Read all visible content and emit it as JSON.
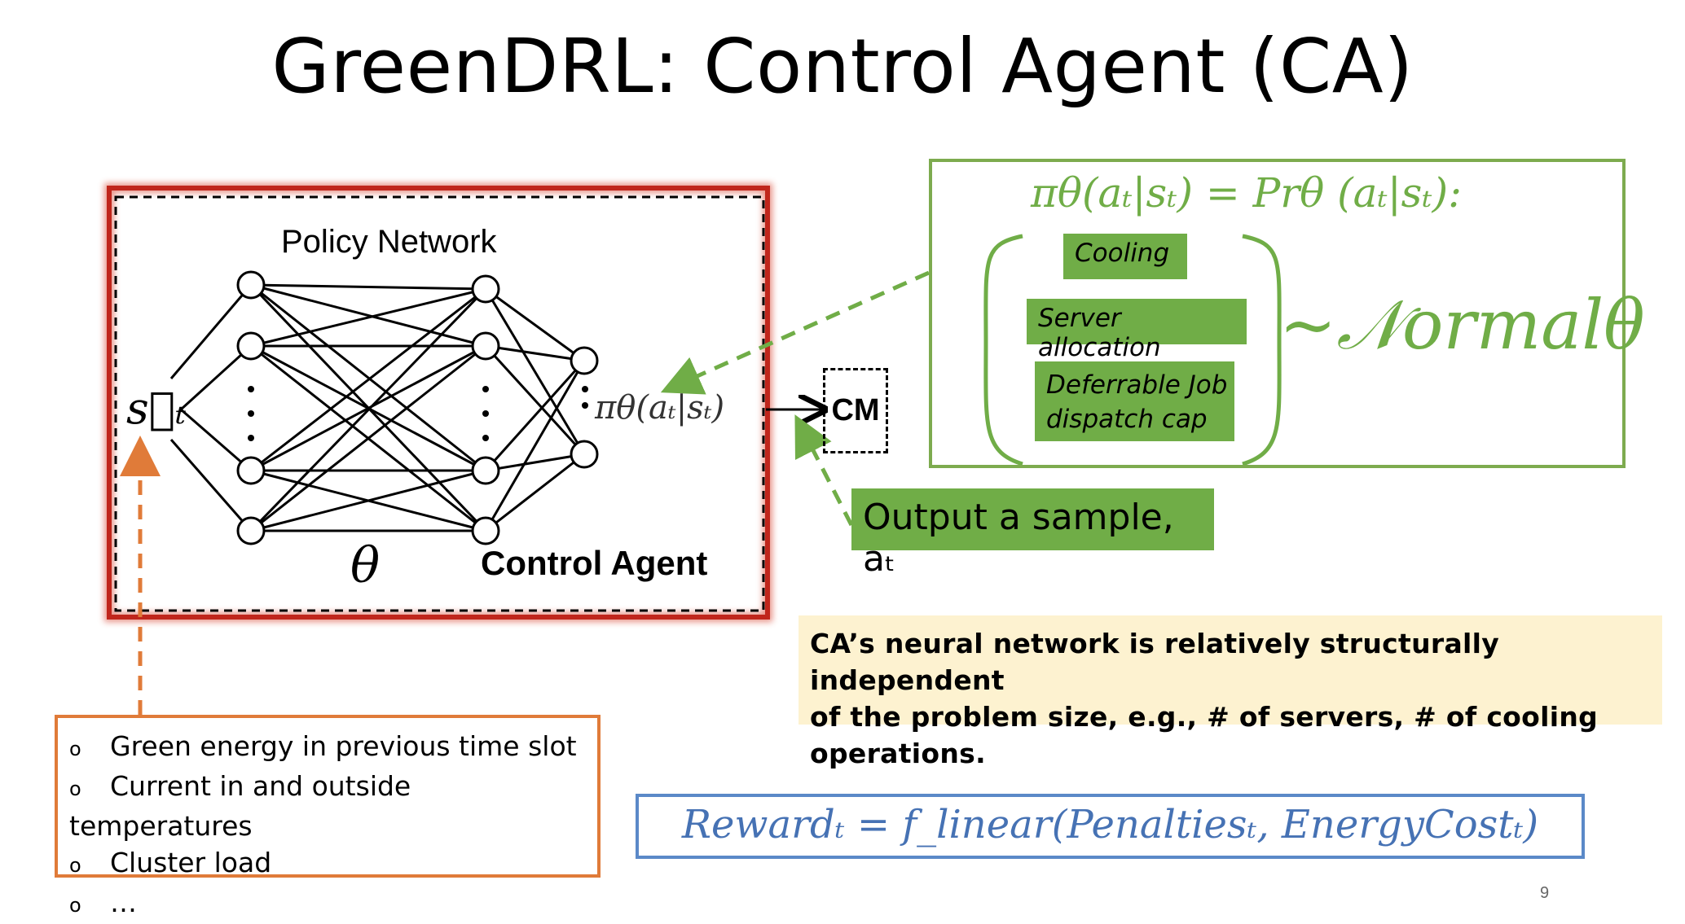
{
  "title": "GreenDRL: Control Agent (CA)",
  "policy_network_label": "Policy Network",
  "theta_label": "θ",
  "control_agent_label": "Control Agent",
  "state_label": "s⃗ₜ",
  "policy_output_label": "πθ(aₜ|sₜ)",
  "cm_label": "CM",
  "distribution_formula": "πθ(aₜ|sₜ) = Prθ (aₜ|sₜ):",
  "actions": [
    "Cooling",
    "Server allocation",
    "Deferrable Job",
    "dispatch cap"
  ],
  "normal_label": "~𝒩ormalθ",
  "sample_label": "Output a sample, aₜ",
  "note_lines": [
    "CA’s neural network is relatively structurally independent",
    "of the problem size, e.g., # of servers, # of cooling",
    "operations."
  ],
  "reward_formula": "Rewardₜ = f_linear(Penaltiesₜ, EnergyCostₜ)",
  "inputs": {
    "bullet": "o",
    "items": [
      "Green energy in previous time slot",
      "Current in and outside temperatures",
      "Cluster load",
      "…"
    ]
  },
  "page_number": "9",
  "colors": {
    "green": "#70ad47",
    "red": "#c0261c",
    "orange": "#e07b39",
    "blue": "#5b89c8",
    "note_bg": "#fdf2d0"
  }
}
